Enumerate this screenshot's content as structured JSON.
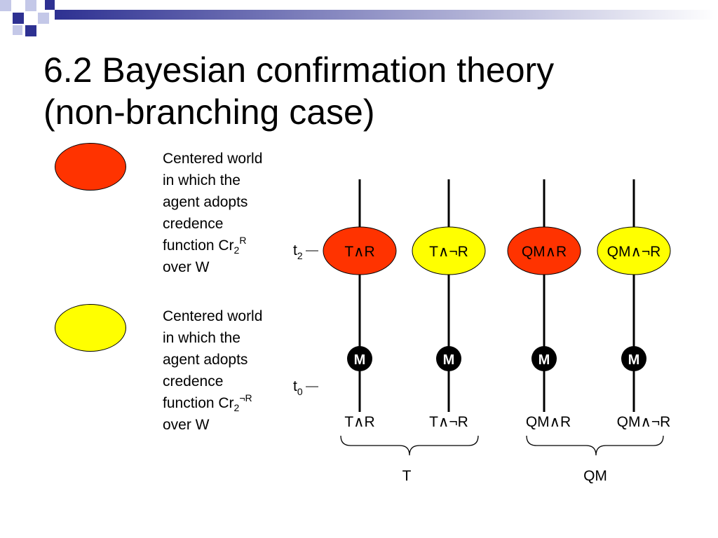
{
  "title": {
    "line1": "6.2 Bayesian confirmation theory",
    "line2": "(non-branching case)"
  },
  "colors": {
    "red": "#ff3300",
    "yellow": "#ffff00",
    "deco_dark": "#2e3192",
    "deco_light": "#c4c8e8"
  },
  "legend": [
    {
      "color": "red",
      "lines": [
        "Centered world",
        "in which the",
        "agent adopts",
        "credence"
      ],
      "function_prefix": "function Cr",
      "function_sub": "2",
      "function_sup": "R",
      "last_line": "over W"
    },
    {
      "color": "yellow",
      "lines": [
        "Centered world",
        "in which the",
        "agent adopts",
        "credence"
      ],
      "function_prefix": "function Cr",
      "function_sub": "2",
      "function_sup": "¬R",
      "last_line": "over W"
    }
  ],
  "time_labels": [
    {
      "base": "t",
      "sub": "2"
    },
    {
      "base": "t",
      "sub": "0"
    }
  ],
  "branches": [
    {
      "top_label": "T∧R",
      "color": "red",
      "node_label": "M",
      "bottom_label": "T∧R"
    },
    {
      "top_label": "T∧¬R",
      "color": "yellow",
      "node_label": "M",
      "bottom_label": "T∧¬R"
    },
    {
      "top_label": "QM∧R",
      "color": "red",
      "node_label": "M",
      "bottom_label": "QM∧R"
    },
    {
      "top_label": "QM∧¬R",
      "color": "yellow",
      "node_label": "M",
      "bottom_label": "QM∧¬R"
    }
  ],
  "groups": [
    {
      "label": "T"
    },
    {
      "label": "QM"
    }
  ]
}
